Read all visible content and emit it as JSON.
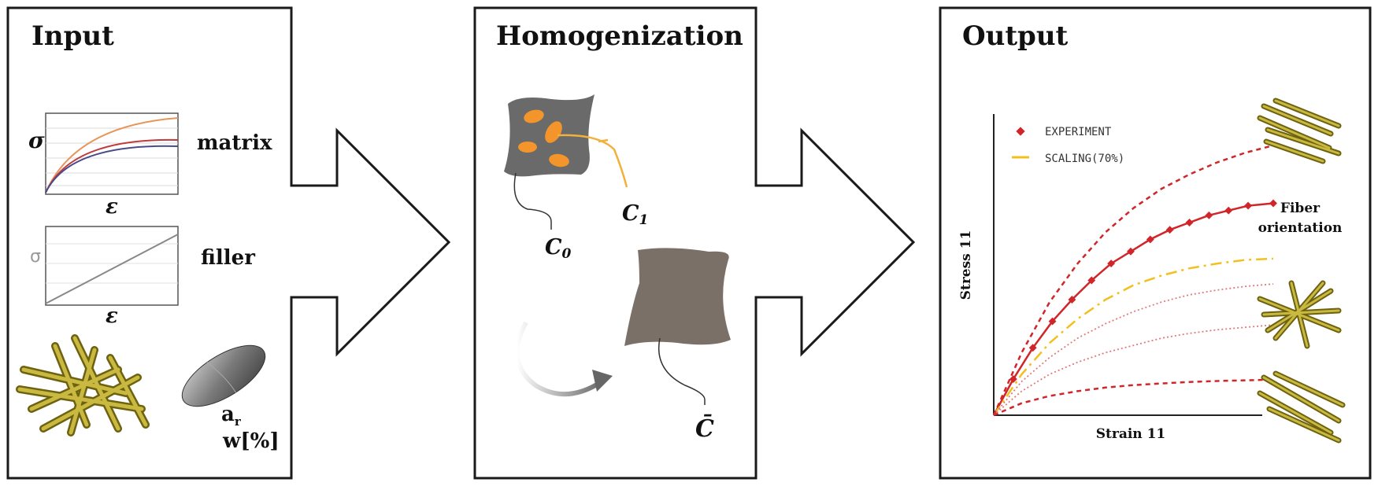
{
  "panels": {
    "input": {
      "title": "Input",
      "matrix_label": "matrix",
      "filler_label": "filler",
      "sigma_symbol": "σ",
      "filler_sigma_symbol": "σ",
      "epsilon_symbol": "ε",
      "aspect_ratio_symbol": "a",
      "aspect_ratio_subscript": "r",
      "weight_fraction_label": "w[%]"
    },
    "homogenization": {
      "title": "Homogenization",
      "c0_symbol": "C",
      "c0_subscript": "0",
      "c1_symbol": "C",
      "c1_subscript": "1",
      "cbar_symbol": "C̄"
    },
    "output": {
      "title": "Output",
      "legend": [
        "EXPERIMENT",
        "SCALING(70%)"
      ],
      "xlabel": "Strain 11",
      "ylabel": "Stress 11",
      "fiber_orientation_label_line1": "Fiber",
      "fiber_orientation_label_line2": "orientation"
    }
  },
  "colors": {
    "experiment": "#d0262a",
    "scaling": "#f2c01e",
    "inclusion": "#f4952c",
    "matrix_body": "#6a6a6a",
    "homogenized_body": "#7a7068",
    "fiber": "#8a7a18"
  },
  "chart_data": {
    "type": "line",
    "title": "",
    "xlabel": "Strain 11",
    "ylabel": "Stress 11",
    "series": [
      {
        "name": "EXPERIMENT",
        "style": "solid-markers",
        "x": [
          0,
          0.07,
          0.14,
          0.21,
          0.28,
          0.35,
          0.42,
          0.49,
          0.56,
          0.63,
          0.7,
          0.77,
          0.84,
          0.91,
          1.0
        ],
        "y": [
          0,
          0.15,
          0.28,
          0.39,
          0.48,
          0.56,
          0.63,
          0.68,
          0.73,
          0.77,
          0.8,
          0.83,
          0.85,
          0.87,
          0.88
        ]
      },
      {
        "name": "SCALING(70%)",
        "style": "dashdot",
        "x": [
          0,
          0.1,
          0.2,
          0.3,
          0.4,
          0.5,
          0.6,
          0.7,
          0.8,
          0.9,
          1.0
        ],
        "y": [
          0,
          0.17,
          0.3,
          0.4,
          0.48,
          0.54,
          0.58,
          0.61,
          0.63,
          0.645,
          0.65
        ]
      },
      {
        "style": "dashed",
        "x": [
          0,
          0.1,
          0.2,
          0.3,
          0.4,
          0.5,
          0.6,
          0.7,
          0.8,
          0.9,
          1.0
        ],
        "y": [
          0,
          0.26,
          0.47,
          0.63,
          0.76,
          0.86,
          0.94,
          1.0,
          1.05,
          1.09,
          1.12
        ]
      },
      {
        "style": "dotted",
        "x": [
          0,
          0.1,
          0.2,
          0.3,
          0.4,
          0.5,
          0.6,
          0.7,
          0.8,
          0.9,
          1.0
        ],
        "y": [
          0,
          0.14,
          0.24,
          0.32,
          0.38,
          0.43,
          0.47,
          0.5,
          0.52,
          0.535,
          0.545
        ]
      },
      {
        "style": "dotted",
        "x": [
          0,
          0.1,
          0.2,
          0.3,
          0.4,
          0.5,
          0.6,
          0.7,
          0.8,
          0.9,
          1.0
        ],
        "y": [
          0,
          0.1,
          0.17,
          0.22,
          0.26,
          0.29,
          0.32,
          0.34,
          0.355,
          0.365,
          0.375
        ]
      },
      {
        "style": "dashed",
        "x": [
          0,
          0.1,
          0.2,
          0.3,
          0.4,
          0.5,
          0.6,
          0.7,
          0.8,
          0.9,
          1.0
        ],
        "y": [
          0,
          0.05,
          0.08,
          0.1,
          0.115,
          0.125,
          0.132,
          0.138,
          0.142,
          0.145,
          0.148
        ]
      }
    ],
    "legend_position": "top-left",
    "grid": false
  }
}
